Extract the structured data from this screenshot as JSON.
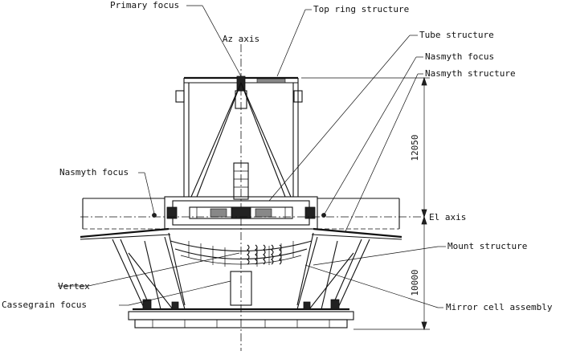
{
  "labels": {
    "primary_focus": "Primary focus",
    "top_ring": "Top ring structure",
    "az_axis": "Az axis",
    "tube_structure": "Tube structure",
    "nasmyth_focus_right": "Nasmyth focus",
    "nasmyth_structure": "Nasmyth structure",
    "nasmyth_focus_left": "Nasmyth focus",
    "el_axis": "El axis",
    "mount_structure": "Mount structure",
    "vertex": "Vertex",
    "cassegrain_focus": "Cassegrain focus",
    "mirror_cell": "Mirror cell assembly"
  },
  "dimensions": {
    "upper": "12050",
    "lower": "10000"
  }
}
